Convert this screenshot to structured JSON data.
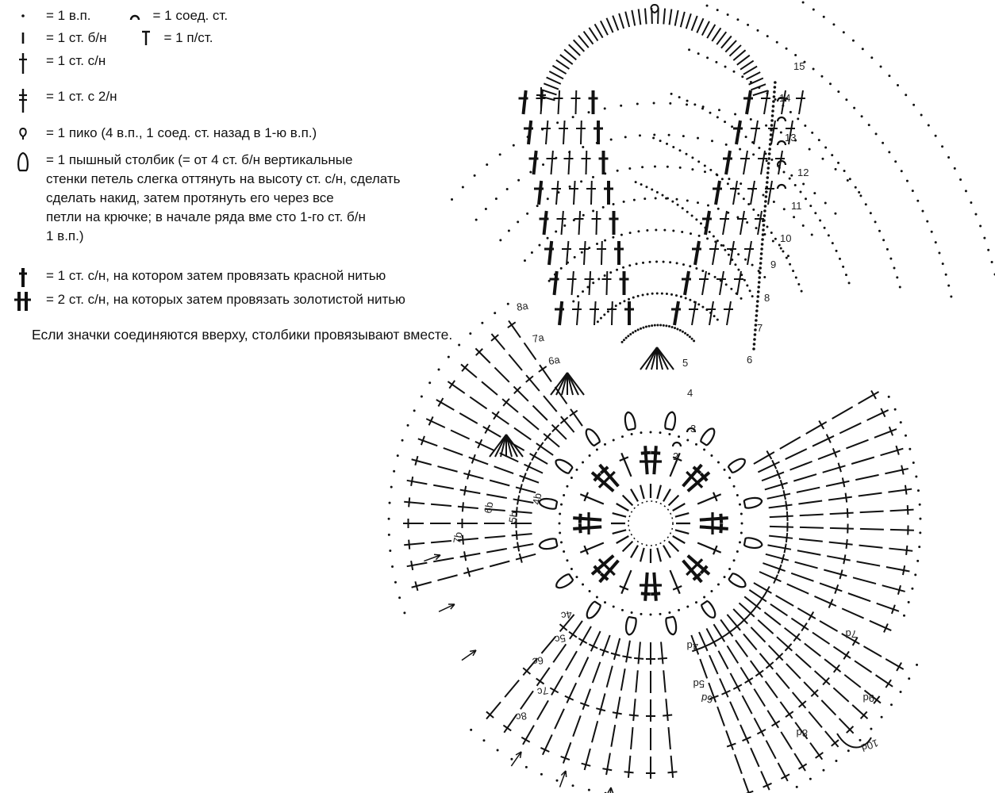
{
  "legend": {
    "chain": "= 1 в.п.",
    "slip": "= 1 соед. ст.",
    "sc": "= 1 ст. б/н",
    "hdc": "= 1 п/ст.",
    "dc": "= 1 ст. с/н",
    "tr": "= 1 ст. с 2/н",
    "picot": "= 1 пико (4 в.п., 1 соед. ст. назад в  1-ю в.п.)",
    "puff": "= 1 пышный столбик (= от 4 ст. б/н  вертикальные\nстенки петель слегка оттянуть на высоту ст. с/н, сделать\nсделать накид, затем протянуть его через все\nпетли на крючке; в начале ряда вме сто 1-го ст. б/н\n1 в.п.)",
    "dc_red": "= 1 ст. с/н, на котором затем провязать красной нитью",
    "dc_gold": "= 2 ст. с/н, на которых затем провязать золотистой нитью"
  },
  "note": "Если значки соединяются вверху, столбики провязывают вместе.",
  "row_labels": {
    "center": [
      "2",
      "3",
      "4",
      "5",
      "6",
      "7",
      "8",
      "9",
      "10",
      "11",
      "12",
      "13",
      "14",
      "15"
    ],
    "a": [
      "6a",
      "7a",
      "8a"
    ],
    "b": [
      "4b",
      "5b",
      "6b",
      "7b"
    ],
    "c": [
      "4c",
      "5c",
      "6c",
      "7c",
      "8c"
    ],
    "d": [
      "4d",
      "5d",
      "6d",
      "7d",
      "8d",
      "9d",
      "10d"
    ]
  },
  "colors": {
    "ink": "#111111",
    "background": "#ffffff"
  }
}
